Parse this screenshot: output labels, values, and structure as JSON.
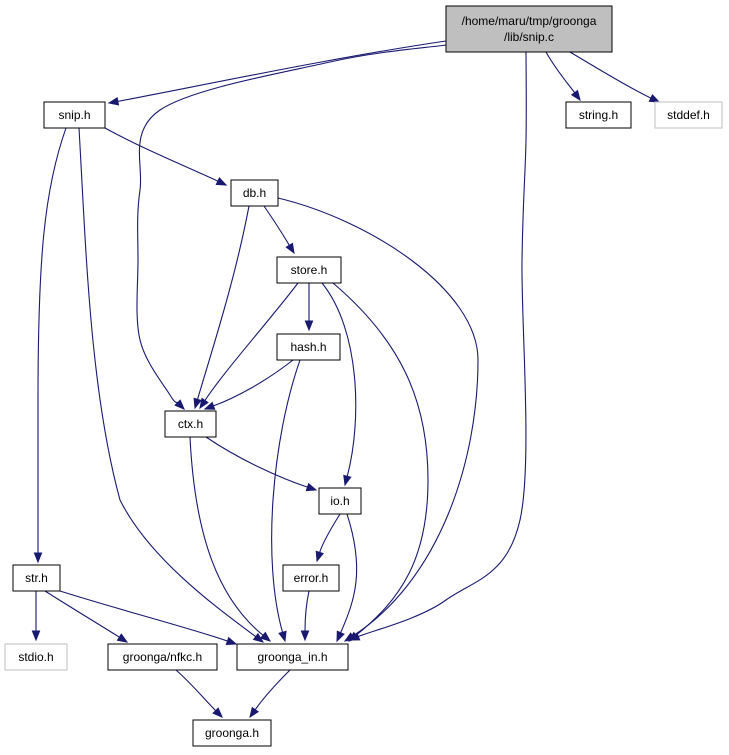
{
  "colors": {
    "edge": "#191970",
    "node_border": "#000000",
    "external_border": "#bfbfbf",
    "root_fill": "#bfbfbf",
    "background": "#ffffff"
  },
  "nodes": [
    {
      "id": "snip_c",
      "lines": [
        "/home/maru/tmp/groonga",
        "/lib/snip.c"
      ],
      "style": "root"
    },
    {
      "id": "snip_h",
      "lines": [
        "snip.h"
      ],
      "style": "normal"
    },
    {
      "id": "string_h",
      "lines": [
        "string.h"
      ],
      "style": "normal"
    },
    {
      "id": "stddef_h",
      "lines": [
        "stddef.h"
      ],
      "style": "external"
    },
    {
      "id": "db_h",
      "lines": [
        "db.h"
      ],
      "style": "normal"
    },
    {
      "id": "store_h",
      "lines": [
        "store.h"
      ],
      "style": "normal"
    },
    {
      "id": "hash_h",
      "lines": [
        "hash.h"
      ],
      "style": "normal"
    },
    {
      "id": "ctx_h",
      "lines": [
        "ctx.h"
      ],
      "style": "normal"
    },
    {
      "id": "io_h",
      "lines": [
        "io.h"
      ],
      "style": "normal"
    },
    {
      "id": "error_h",
      "lines": [
        "error.h"
      ],
      "style": "normal"
    },
    {
      "id": "str_h",
      "lines": [
        "str.h"
      ],
      "style": "normal"
    },
    {
      "id": "stdio_h",
      "lines": [
        "stdio.h"
      ],
      "style": "external"
    },
    {
      "id": "nfkc_h",
      "lines": [
        "groonga/nfkc.h"
      ],
      "style": "normal"
    },
    {
      "id": "groonga_in_h",
      "lines": [
        "groonga_in.h"
      ],
      "style": "normal"
    },
    {
      "id": "groonga_h",
      "lines": [
        "groonga.h"
      ],
      "style": "normal"
    }
  ],
  "edges": [
    {
      "from": "snip_c",
      "to": "snip_h"
    },
    {
      "from": "snip_c",
      "to": "ctx_h"
    },
    {
      "from": "snip_c",
      "to": "groonga_in_h"
    },
    {
      "from": "snip_c",
      "to": "string_h"
    },
    {
      "from": "snip_c",
      "to": "stddef_h"
    },
    {
      "from": "snip_h",
      "to": "db_h"
    },
    {
      "from": "snip_h",
      "to": "str_h"
    },
    {
      "from": "snip_h",
      "to": "groonga_in_h"
    },
    {
      "from": "db_h",
      "to": "store_h"
    },
    {
      "from": "db_h",
      "to": "ctx_h"
    },
    {
      "from": "db_h",
      "to": "groonga_in_h"
    },
    {
      "from": "store_h",
      "to": "hash_h"
    },
    {
      "from": "store_h",
      "to": "ctx_h"
    },
    {
      "from": "store_h",
      "to": "io_h"
    },
    {
      "from": "store_h",
      "to": "groonga_in_h"
    },
    {
      "from": "hash_h",
      "to": "ctx_h"
    },
    {
      "from": "hash_h",
      "to": "groonga_in_h"
    },
    {
      "from": "ctx_h",
      "to": "io_h"
    },
    {
      "from": "ctx_h",
      "to": "groonga_in_h"
    },
    {
      "from": "io_h",
      "to": "error_h"
    },
    {
      "from": "io_h",
      "to": "groonga_in_h"
    },
    {
      "from": "error_h",
      "to": "groonga_in_h"
    },
    {
      "from": "str_h",
      "to": "stdio_h"
    },
    {
      "from": "str_h",
      "to": "nfkc_h"
    },
    {
      "from": "str_h",
      "to": "groonga_in_h"
    },
    {
      "from": "nfkc_h",
      "to": "groonga_h"
    },
    {
      "from": "groonga_in_h",
      "to": "groonga_h"
    }
  ]
}
